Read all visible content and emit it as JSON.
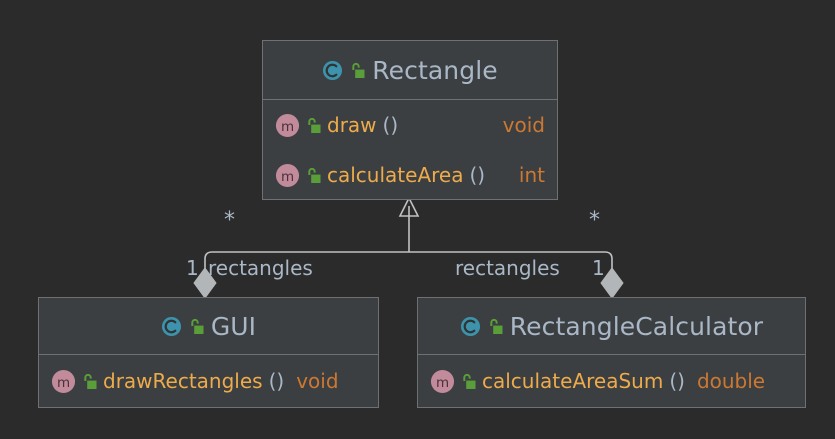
{
  "diagram": {
    "type": "uml-class-diagram",
    "background_color": "#2b2b2b",
    "box_fill_color": "#3c3f41",
    "box_border_color": "#6e7072",
    "class_name_color": "#a9b7c6",
    "member_name_color": "#edab4c",
    "member_type_color": "#cc7832",
    "edge_color": "#bfc2c4",
    "class_icon_color": "#3d93ab",
    "method_icon_color": "#c28b9b",
    "lock_icon_color": "#5a9e3a"
  },
  "classes": [
    {
      "id": "rectangle",
      "name": "Rectangle",
      "icon": "class-icon",
      "visibility_icon": "unlocked-padlock-icon",
      "members": [
        {
          "icon": "method-icon",
          "visibility_icon": "unlocked-padlock-icon",
          "name": "draw",
          "parens": "()",
          "type": "void"
        },
        {
          "icon": "method-icon",
          "visibility_icon": "unlocked-padlock-icon",
          "name": "calculateArea",
          "parens": "()",
          "type": "int"
        }
      ]
    },
    {
      "id": "gui",
      "name": "GUI",
      "icon": "class-icon",
      "visibility_icon": "unlocked-padlock-icon",
      "members": [
        {
          "icon": "method-icon",
          "visibility_icon": "unlocked-padlock-icon",
          "name": "drawRectangles",
          "parens": "()",
          "type": "void"
        }
      ]
    },
    {
      "id": "rectangle_calculator",
      "name": "RectangleCalculator",
      "icon": "class-icon",
      "visibility_icon": "unlocked-padlock-icon",
      "members": [
        {
          "icon": "method-icon",
          "visibility_icon": "unlocked-padlock-icon",
          "name": "calculateAreaSum",
          "parens": "()",
          "type": "double"
        }
      ]
    }
  ],
  "relationships": [
    {
      "id": "gui-rectangle",
      "kind": "aggregation",
      "from": "gui",
      "to": "rectangle",
      "role_label": "rectangles",
      "source_multiplicity": "1",
      "target_multiplicity": "*"
    },
    {
      "id": "calculator-rectangle",
      "kind": "aggregation",
      "from": "rectangle_calculator",
      "to": "rectangle",
      "role_label": "rectangles",
      "source_multiplicity": "1",
      "target_multiplicity": "*"
    }
  ]
}
